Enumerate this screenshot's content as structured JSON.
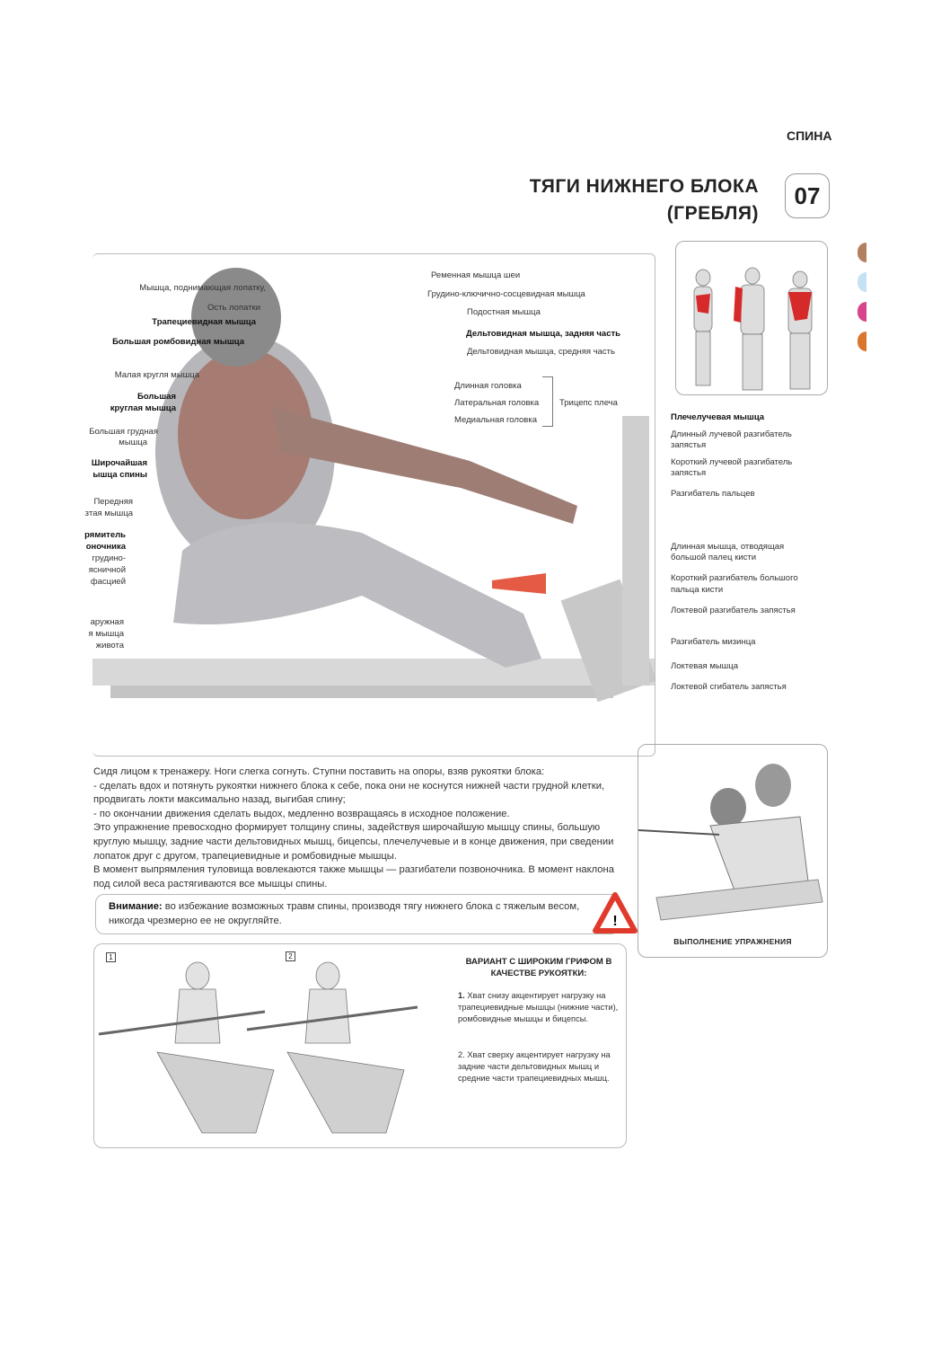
{
  "header": {
    "section": "СПИНА",
    "title_line1": "ТЯГИ НИЖНЕГО БЛОКА",
    "title_line2": "(ГРЕБЛЯ)",
    "number": "07"
  },
  "tabs_colors": [
    "#b3805f",
    "#c4e2f4",
    "#d8458c",
    "#d9762c"
  ],
  "labels_left": [
    "Мышца, поднимающая лопатку,",
    "Ость лопатки",
    "Трапециевидная мышца",
    "Большая ромбовидная мышца",
    "Малая кругля мышца",
    "Большая",
    "круглая мышца",
    "Большая грудная",
    "мышца",
    "Широчайшая",
    "ышца спины",
    "Передняя",
    "зтая мышца",
    "рямитель",
    "оночника",
    "грудино-",
    "ясничной",
    "фасцией",
    "аружная",
    "я мышца",
    "живота"
  ],
  "labels_top": [
    "Ременная мышца шеи",
    "Грудино-ключично-сосцевидная мышца",
    "Подостная мышца",
    "Дельтовидная мышца, задняя часть",
    "Дельтовидная мышца, средняя часть",
    "Длинная головка",
    "Латеральная головка",
    "Медиальная головка",
    "Трицепс плеча"
  ],
  "labels_right": [
    "Плечелучевая мышца",
    "Длинный лучевой разгибатель",
    "запястья",
    "Короткий лучевой разгибатель",
    "запястья",
    "Разгибатель пальцев",
    "Длинная мышца, отводящая",
    "большой палец кисти",
    "Короткий разгибатель большого",
    "пальца кисти",
    "Локтевой разгибатель запястья",
    "Разгибатель мизинца",
    "Локтевая мышца",
    "Локтевой сгибатель запястья"
  ],
  "body": [
    "Сидя лицом к тренажеру. Ноги слегка согнуть. Ступни поставить на опоры, взяв рукоятки блока:",
    "- сделать вдох и потянуть рукоятки нижнего блока к себе, пока они не коснутся нижней части грудной клетки, продвигать локти максимально назад, выгибая спину;",
    "- по окончании движения сделать выдох, медленно возвращаясь в исходное положение.",
    "Это упражнение превосходно формирует толщину спины, задействуя широчайшую мышцу спины, большую круглую мышцу, задние части дельтовидных мышц, бицепсы, плечелучевые и в конце движения, при сведении лопаток друг с другом, трапециевидные и ромбовидные мышцы.",
    "В момент выпрямления туловища вовлекаются также мышцы — разгибатели позвоночника. В момент наклона под силой веса растягиваются все мышцы спины."
  ],
  "warning": {
    "label": "Внимание:",
    "text": " во избежание возможных травм спины, производя тягу нижнего блока с тяжелым весом, никогда чрезмерно ее не округляйте.",
    "icon": "!"
  },
  "execution_caption": "ВЫПОЛНЕНИЕ УПРАЖНЕНИЯ",
  "variant": {
    "markers": [
      "1",
      "2"
    ],
    "title": "ВАРИАНТ С ШИРОКИМ ГРИФОМ В КАЧЕСТВЕ РУКОЯТКИ:",
    "item1_num": "1.",
    "item1": " Хват снизу акцентирует нагрузку на трапециевидные мышцы (нижние части), ромбовидные мышцы и бицепсы.",
    "item2": "2. Хват сверху акцентирует нагрузку на задние части дельтовидных мышц и средние части трапециевидных мышц."
  }
}
